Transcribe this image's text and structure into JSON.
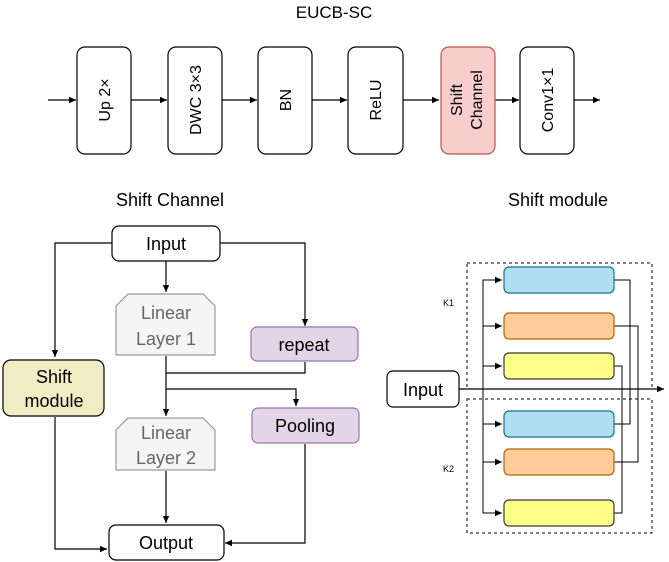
{
  "top": {
    "title": "EUCB-SC",
    "blocks": [
      {
        "label": "Up 2×"
      },
      {
        "label": "DWC 3×3"
      },
      {
        "label": "BN"
      },
      {
        "label": "ReLU"
      },
      {
        "label_line1": "Shift",
        "label_line2": "Channel"
      },
      {
        "label": "Conv1×1"
      }
    ]
  },
  "shift_channel": {
    "title": "Shift Channel",
    "input": "Input",
    "linear1_line1": "Linear",
    "linear1_line2": "Layer 1",
    "repeat": "repeat",
    "shift_module_line1": "Shift",
    "shift_module_line2": "module",
    "linear2_line1": "Linear",
    "linear2_line2": "Layer 2",
    "pooling": "Pooling",
    "output": "Output"
  },
  "shift_module": {
    "title": "Shift module",
    "input": "Input",
    "k1": "K1",
    "k2": "K2"
  },
  "colors": {
    "highlight_fill": "#f8cecc",
    "highlight_stroke": "#b85450",
    "linear_fill": "#f5f5f5",
    "linear_text": "#666666",
    "purple_fill": "#e1d5e7",
    "purple_stroke": "#9673a6",
    "shift_fill": "#f1ecc3",
    "blue_fill": "#b1ddf0",
    "blue_stroke": "#10739e",
    "orange_fill": "#ffcc99",
    "orange_stroke": "#b46504",
    "yellow_fill": "#ffff88",
    "yellow_stroke": "#36393d"
  }
}
